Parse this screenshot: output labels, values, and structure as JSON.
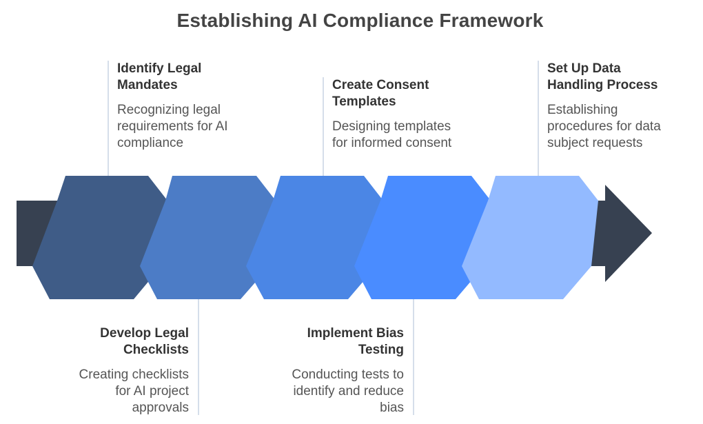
{
  "title": "Establishing AI Compliance Framework",
  "colors": {
    "arrow": "#374151",
    "step1": "#3f5c87",
    "step2": "#4c7cc6",
    "step3": "#4b86e5",
    "step4": "#4a8cff",
    "step5": "#93baff",
    "connector": "#c7d3e3"
  },
  "steps": [
    {
      "title": "Identify Legal Mandates",
      "title_lines": [
        "Identify Legal",
        "Mandates"
      ],
      "desc_lines": [
        "Recognizing legal",
        "requirements for AI",
        "compliance"
      ]
    },
    {
      "title": "Develop Legal Checklists",
      "title_lines": [
        "Develop Legal",
        "Checklists"
      ],
      "desc_lines": [
        "Creating checklists",
        "for AI project",
        "approvals"
      ]
    },
    {
      "title": "Create Consent Templates",
      "title_lines": [
        "Create Consent",
        "Templates"
      ],
      "desc_lines": [
        "Designing templates",
        "for informed consent"
      ]
    },
    {
      "title": "Implement Bias Testing",
      "title_lines": [
        "Implement Bias",
        "Testing"
      ],
      "desc_lines": [
        "Conducting tests to",
        "identify and reduce",
        "bias"
      ]
    },
    {
      "title": "Set Up Data Handling Process",
      "title_lines": [
        "Set Up Data",
        "Handling Process"
      ],
      "desc_lines": [
        "Establishing",
        "procedures for data",
        "subject requests"
      ]
    }
  ]
}
